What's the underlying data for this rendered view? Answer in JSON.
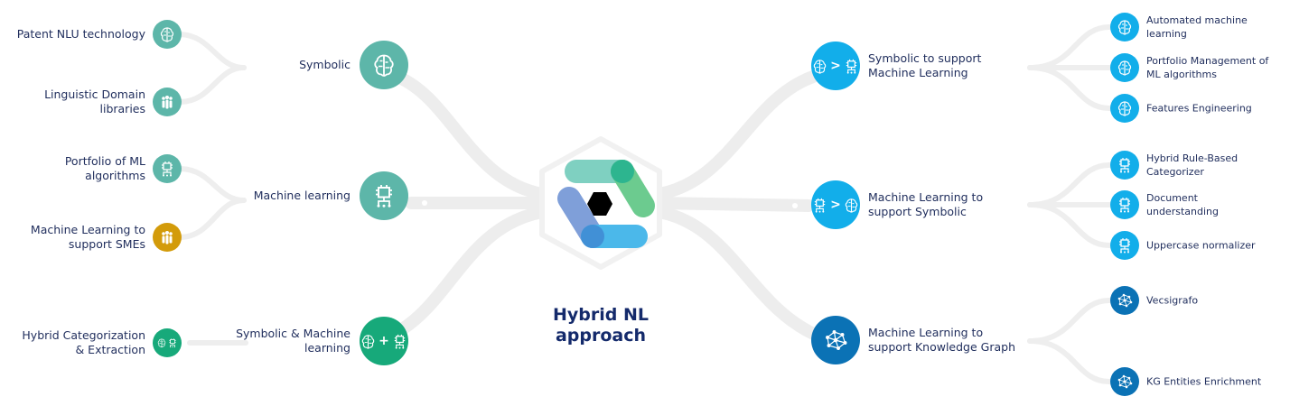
{
  "center": {
    "title_line1": "Hybrid NL",
    "title_line2": "approach",
    "icon": "hybrid-logo-icon"
  },
  "colors": {
    "teal": "#5db6a9",
    "gold": "#d39b0a",
    "green": "#17a97a",
    "blue": "#12aeea",
    "dark_blue": "#0b72b5",
    "text": "#1f2d5c",
    "link": "#ececec"
  },
  "left_branches": [
    {
      "label": "Symbolic",
      "icon": "brain-icon",
      "color": "#5db6a9",
      "children": [
        {
          "label": "Patent NLU technology",
          "icon": "brain-icon",
          "color": "#5db6a9"
        },
        {
          "label": "Linguistic Domain libraries",
          "icon": "people-icon",
          "color": "#5db6a9"
        }
      ]
    },
    {
      "label": "Machine learning",
      "icon": "chip-icon",
      "color": "#5db6a9",
      "children": [
        {
          "label": "Portfolio of ML algorithms",
          "icon": "chip-icon",
          "color": "#5db6a9"
        },
        {
          "label": "Machine Learning to support SMEs",
          "icon": "people-icon",
          "color": "#d39b0a"
        }
      ]
    },
    {
      "label": "Symbolic & Machine learning",
      "icon": "brain-plus-chip-icon",
      "color": "#17a97a",
      "operator": "+",
      "children": [
        {
          "label": "Hybrid Categorization & Extraction",
          "icon": "brain-chip-icon",
          "color": "#17a97a"
        }
      ]
    }
  ],
  "right_branches": [
    {
      "label": "Symbolic to support Machine Learning",
      "icon": "brain-gt-chip-icon",
      "color": "#12aeea",
      "operator": ">",
      "children": [
        {
          "label": "Automated machine learning",
          "icon": "brain-icon",
          "color": "#12aeea"
        },
        {
          "label": "Portfolio Management of ML algorithms",
          "icon": "brain-icon",
          "color": "#12aeea"
        },
        {
          "label": "Features Engineering",
          "icon": "brain-icon",
          "color": "#12aeea"
        }
      ]
    },
    {
      "label": "Machine Learning to support Symbolic",
      "icon": "chip-gt-brain-icon",
      "color": "#12aeea",
      "operator": ">",
      "children": [
        {
          "label": "Hybrid Rule-Based Categorizer",
          "icon": "chip-icon",
          "color": "#12aeea"
        },
        {
          "label": "Document understanding",
          "icon": "chip-icon",
          "color": "#12aeea"
        },
        {
          "label": "Uppercase normalizer",
          "icon": "chip-icon",
          "color": "#12aeea"
        }
      ]
    },
    {
      "label": "Machine Learning to support Knowledge Graph",
      "icon": "network-icon",
      "color": "#0b72b5",
      "children": [
        {
          "label": "Vecsigrafo",
          "icon": "network-icon",
          "color": "#0b72b5"
        },
        {
          "label": "KG Entities Enrichment",
          "icon": "network-icon",
          "color": "#0b72b5"
        }
      ]
    }
  ]
}
